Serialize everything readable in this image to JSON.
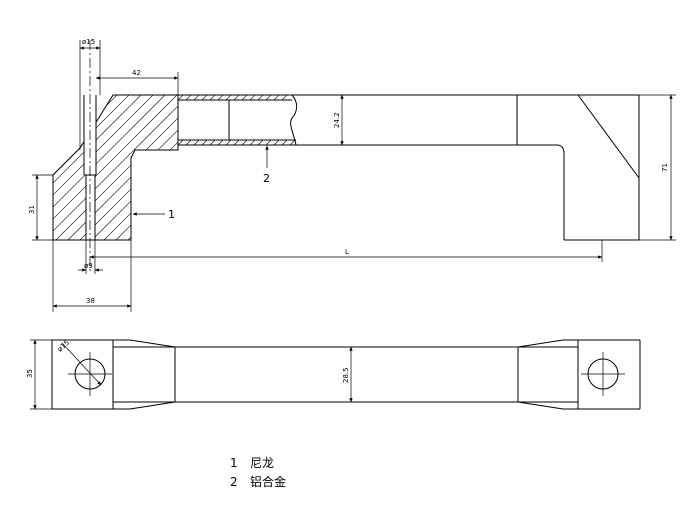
{
  "dimensions": {
    "dia15_top": "ø15",
    "len42": "42",
    "len24_2": "24.2",
    "len71": "71",
    "len31": "31",
    "dia9": "ø9",
    "lenL": "L",
    "len38": "38",
    "dia15_bottom": "ø15",
    "len35": "35",
    "len28_5": "28.5"
  },
  "callouts": {
    "part1": "1",
    "part2": "2"
  },
  "legend": [
    {
      "num": "1",
      "label": "尼龙"
    },
    {
      "num": "2",
      "label": "铝合金"
    }
  ]
}
